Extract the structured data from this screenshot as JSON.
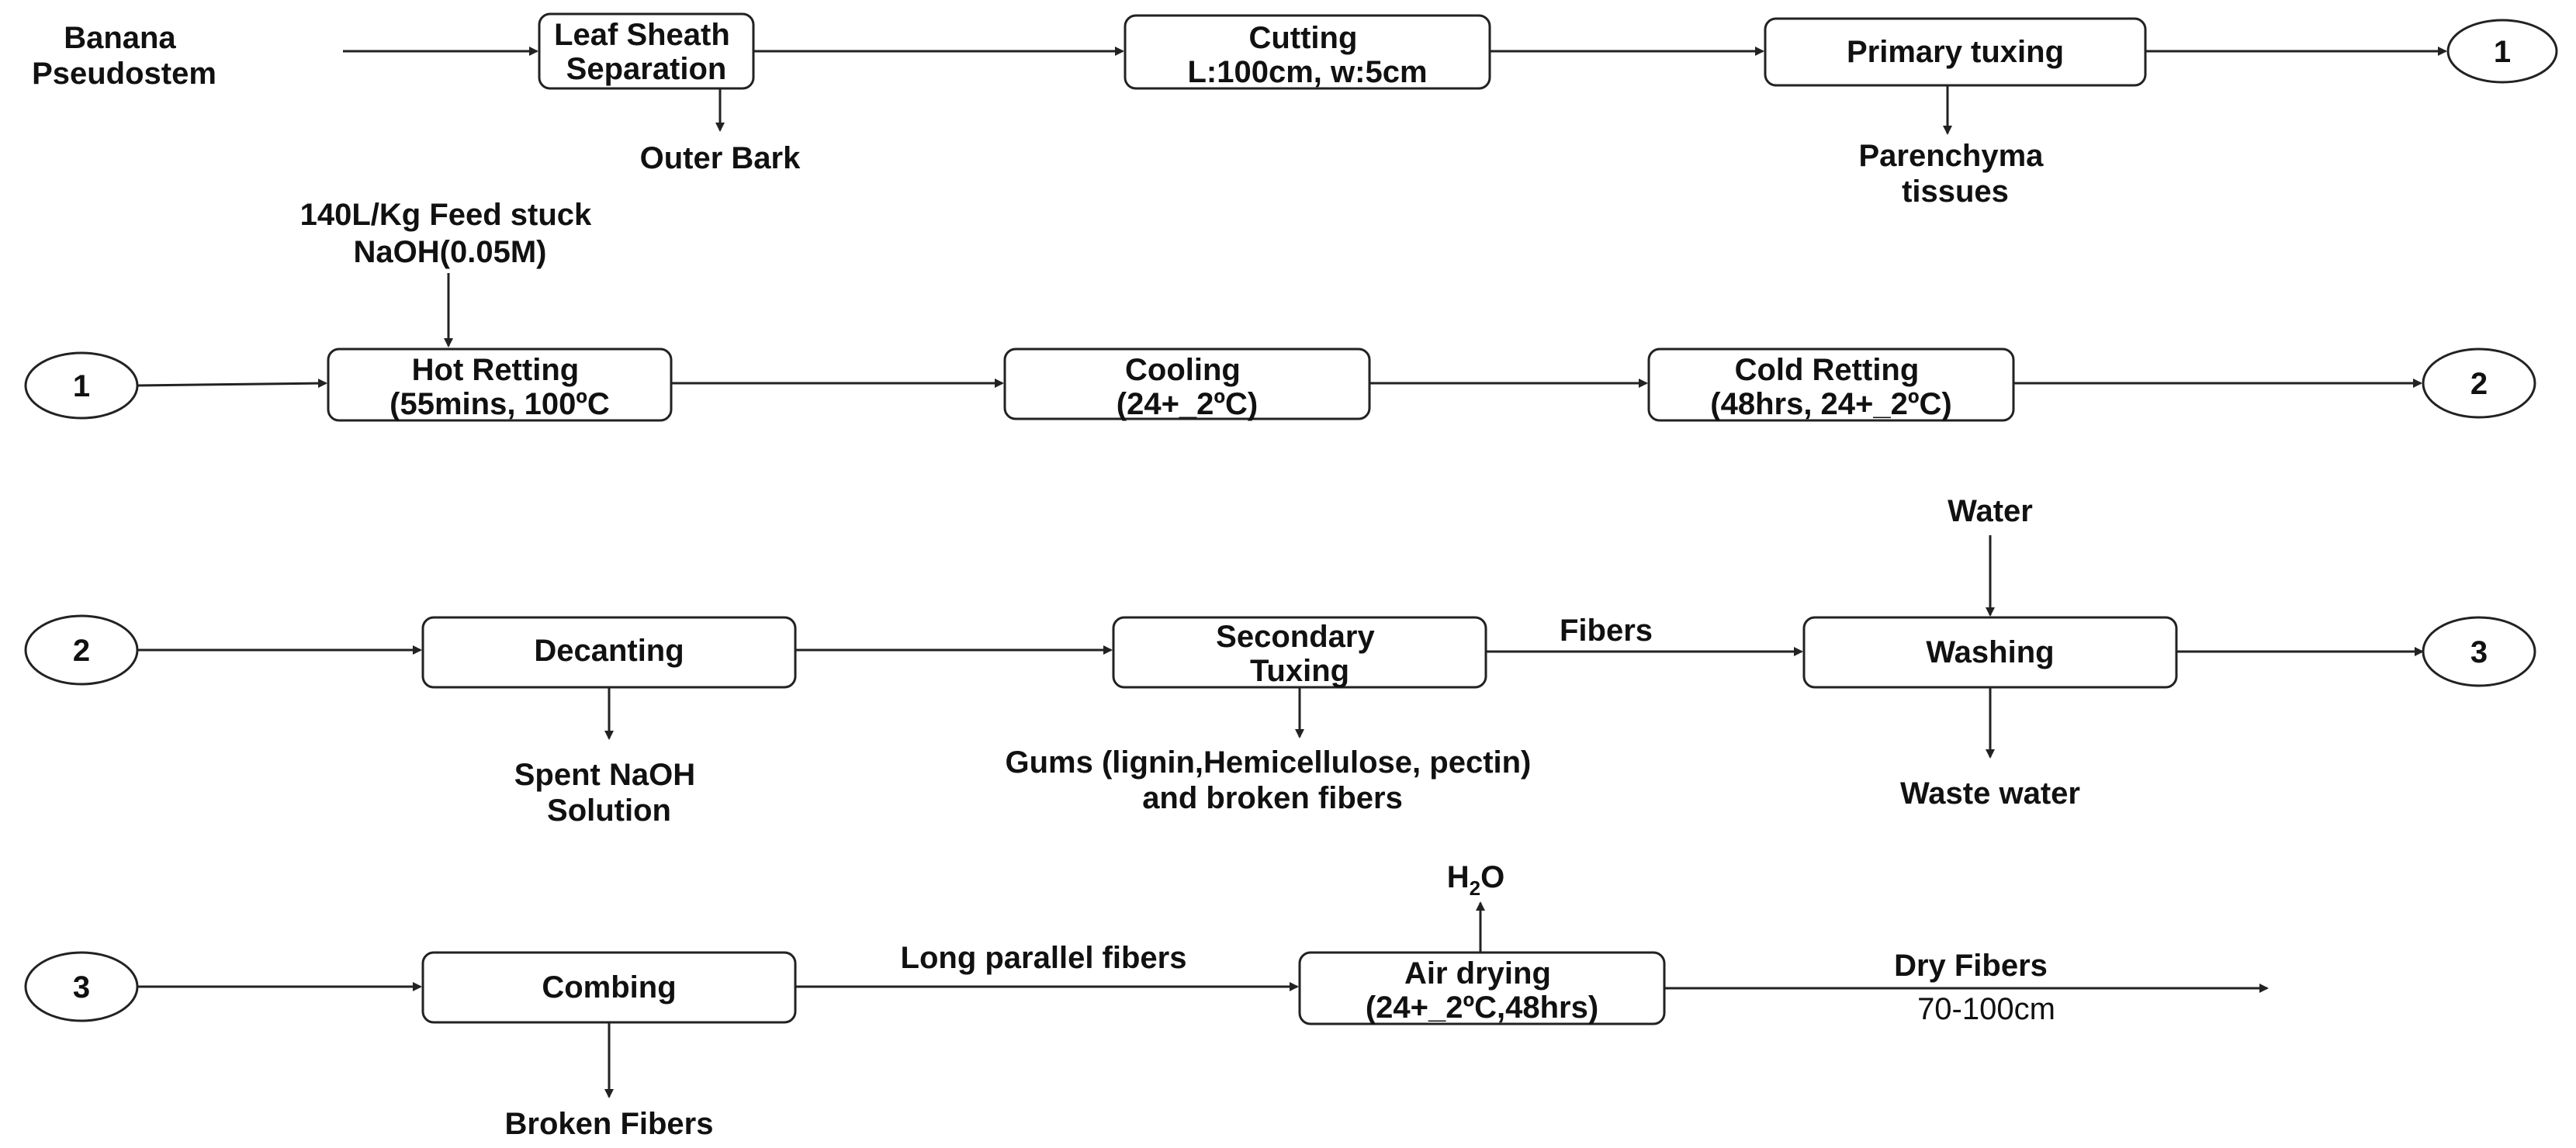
{
  "diagram": {
    "nodes": {
      "banana": [
        "Banana",
        "Pseudostem"
      ],
      "leaf_sheath": [
        "Leaf Sheath",
        "Separation"
      ],
      "outer_bark": [
        "Outer Bark"
      ],
      "cutting": [
        "Cutting",
        "L:100cm, w:5cm"
      ],
      "primary_tuxing": [
        "Primary tuxing"
      ],
      "parenchyma": [
        "Parenchyma",
        "tissues"
      ],
      "c1a": [
        "1"
      ],
      "feed": [
        "140L/Kg Feed stuck",
        "NaOH(0.05M)"
      ],
      "c1b": [
        "1"
      ],
      "hot_retting": [
        "Hot Retting",
        "(55mins, 100ºC"
      ],
      "cooling": [
        "Cooling",
        "(24+_2ºC)"
      ],
      "cold_retting": [
        "Cold Retting",
        "(48hrs, 24+_2ºC)"
      ],
      "c2a": [
        "2"
      ],
      "c2b": [
        "2"
      ],
      "decanting": [
        "Decanting"
      ],
      "spent_naoh": [
        "Spent NaOH",
        "Solution"
      ],
      "secondary_tuxing": [
        "Secondary",
        "Tuxing"
      ],
      "gums": [
        "Gums (lignin,Hemicellulose, pectin)",
        "and broken fibers"
      ],
      "fibers_lbl": [
        "Fibers"
      ],
      "water": [
        "Water"
      ],
      "washing": [
        "Washing"
      ],
      "waste_water": [
        "Waste water"
      ],
      "c3a": [
        "3"
      ],
      "c3b": [
        "3"
      ],
      "combing": [
        "Combing"
      ],
      "broken_fibers": [
        "Broken Fibers"
      ],
      "long_parallel": [
        "Long parallel fibers"
      ],
      "h2o": [
        "H",
        "2",
        "O"
      ],
      "air_drying": [
        "Air drying",
        "(24+_2ºC,48hrs)"
      ],
      "dry_fibers": [
        "Dry Fibers"
      ],
      "dry_range": [
        "70-100cm"
      ]
    }
  }
}
